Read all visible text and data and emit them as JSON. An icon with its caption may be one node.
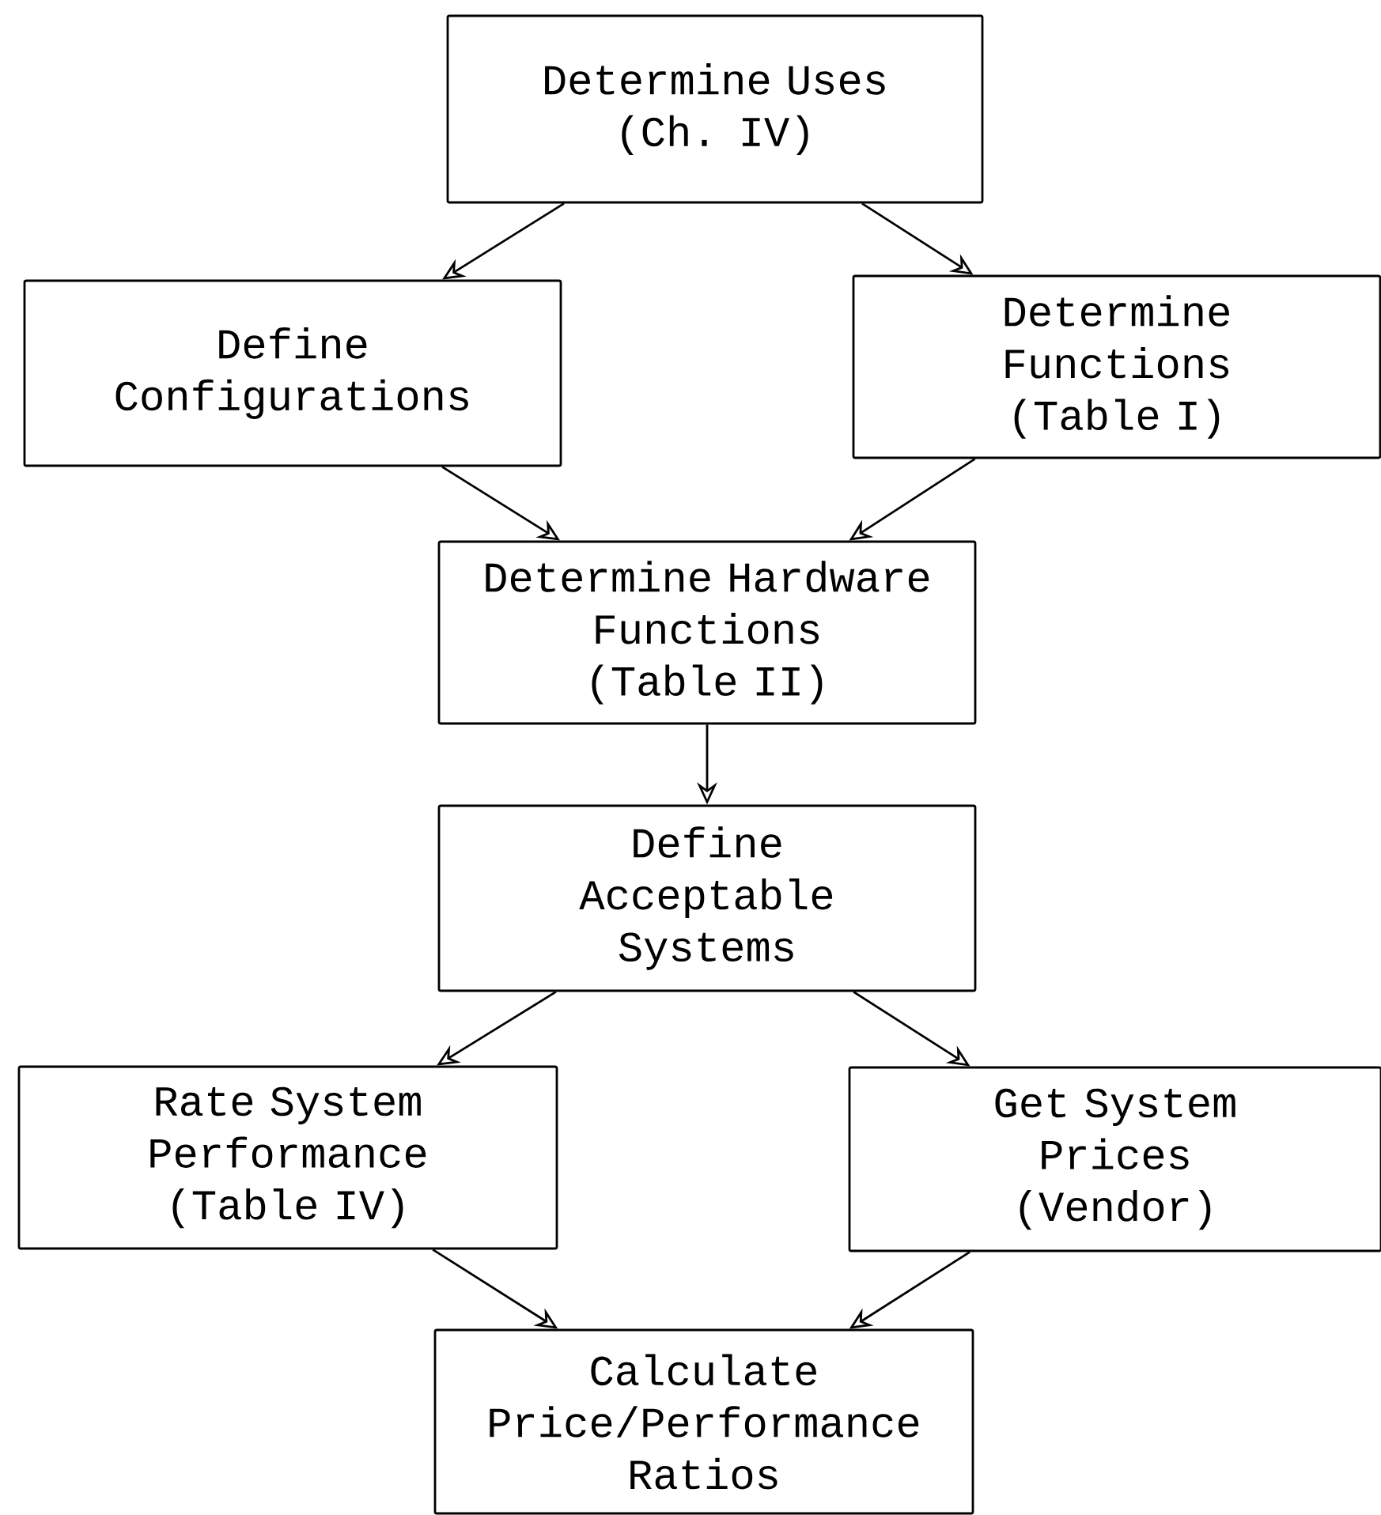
{
  "diagram": {
    "nodes": [
      {
        "text": [
          "Determine Uses",
          "(Ch. IV)"
        ]
      },
      {
        "text": [
          "Define Configurations"
        ]
      },
      {
        "text": [
          "Determine Functions",
          "(Table I)"
        ]
      },
      {
        "text": [
          "Determine Hardware Functions",
          "(Table II)"
        ]
      },
      {
        "text": [
          "Define Acceptable Systems"
        ]
      },
      {
        "text": [
          "Rate System Performance",
          "(Table IV)"
        ]
      },
      {
        "text": [
          "Get System Prices",
          "(Vendor)"
        ]
      },
      {
        "text": [
          "Calculate Price/Performance Ratios"
        ]
      }
    ],
    "edges": [
      {
        "from": 0,
        "to": 1,
        "arrow": "to"
      },
      {
        "from": 0,
        "to": 2,
        "arrow": "to"
      },
      {
        "from": 1,
        "to": 3,
        "arrow": "to"
      },
      {
        "from": 2,
        "to": 3,
        "arrow": "to"
      },
      {
        "from": 3,
        "to": 4,
        "arrow": "to"
      },
      {
        "from": 4,
        "to": 5,
        "arrow": "to"
      },
      {
        "from": 4,
        "to": 6,
        "arrow": "to"
      },
      {
        "from": 5,
        "to": 7,
        "arrow": "to"
      },
      {
        "from": 6,
        "to": 7,
        "arrow": "to"
      }
    ]
  }
}
